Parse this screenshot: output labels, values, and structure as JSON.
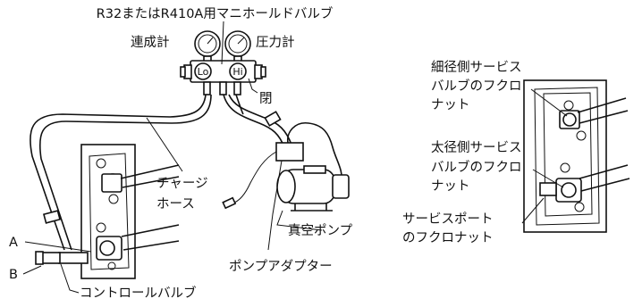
{
  "labels": {
    "manifold_title": "R32またはR410A用マニホールドバルブ",
    "compound_gauge": "連成計",
    "pressure_gauge": "圧力計",
    "lo": "Lo",
    "hi": "Hi",
    "closed": "閉",
    "charge_hose_1": "チャージ",
    "charge_hose_2": "ホース",
    "label_a": "A",
    "label_b": "B",
    "control_valve": "コントロールバルブ",
    "vacuum_pump": "真空ポンプ",
    "pump_adapter": "ポンプアダプター",
    "small_valve_1": "細径側サービス",
    "small_valve_2": "バルブのフクロ",
    "small_valve_3": "ナット",
    "large_valve_1": "太径側サービス",
    "large_valve_2": "バルブのフクロ",
    "large_valve_3": "ナット",
    "service_port_1": "サービスポート",
    "service_port_2": "のフクロナット"
  }
}
